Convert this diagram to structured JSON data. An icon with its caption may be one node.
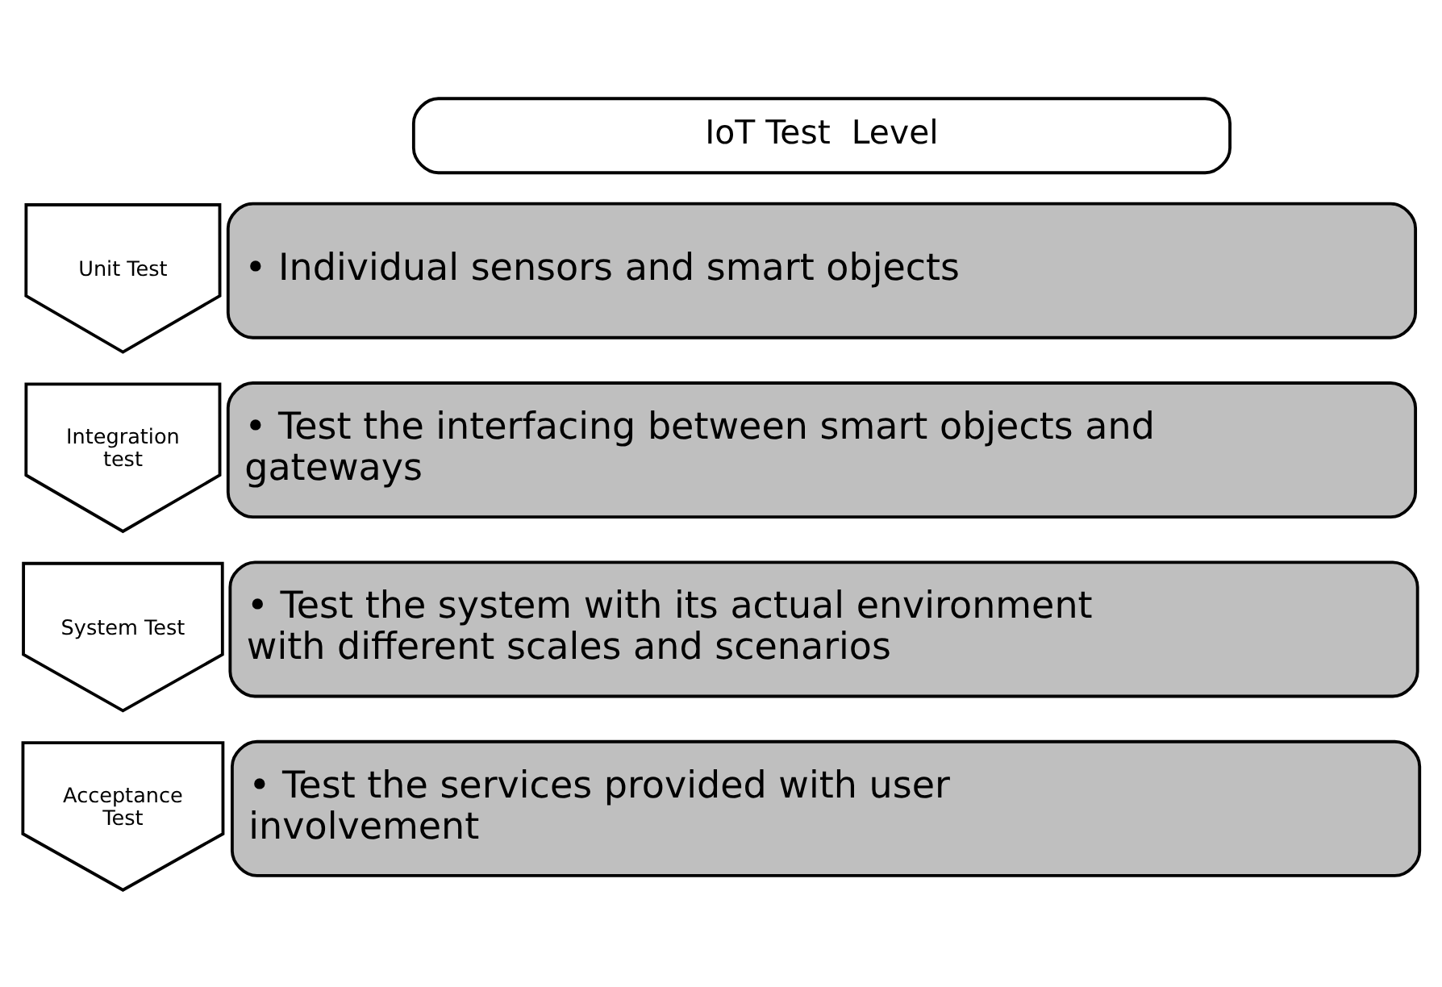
{
  "diagram": {
    "nodes": [
      {
        "text": [
          "IoT Test  Level"
        ]
      },
      {
        "text": [
          "Unit Test"
        ]
      },
      {
        "text": [
          "• Individual sensors and smart objects"
        ]
      },
      {
        "text": [
          "Integration test"
        ]
      },
      {
        "text": [
          "• Test the interfacing between smart objects and gateways"
        ]
      },
      {
        "text": [
          "System Test"
        ]
      },
      {
        "text": [
          "• Test the system with its actual environment with different scales and scenarios"
        ]
      },
      {
        "text": [
          "Acceptance Test"
        ]
      },
      {
        "text": [
          "• Test the services provided with user involvement"
        ]
      }
    ],
    "edges": []
  }
}
